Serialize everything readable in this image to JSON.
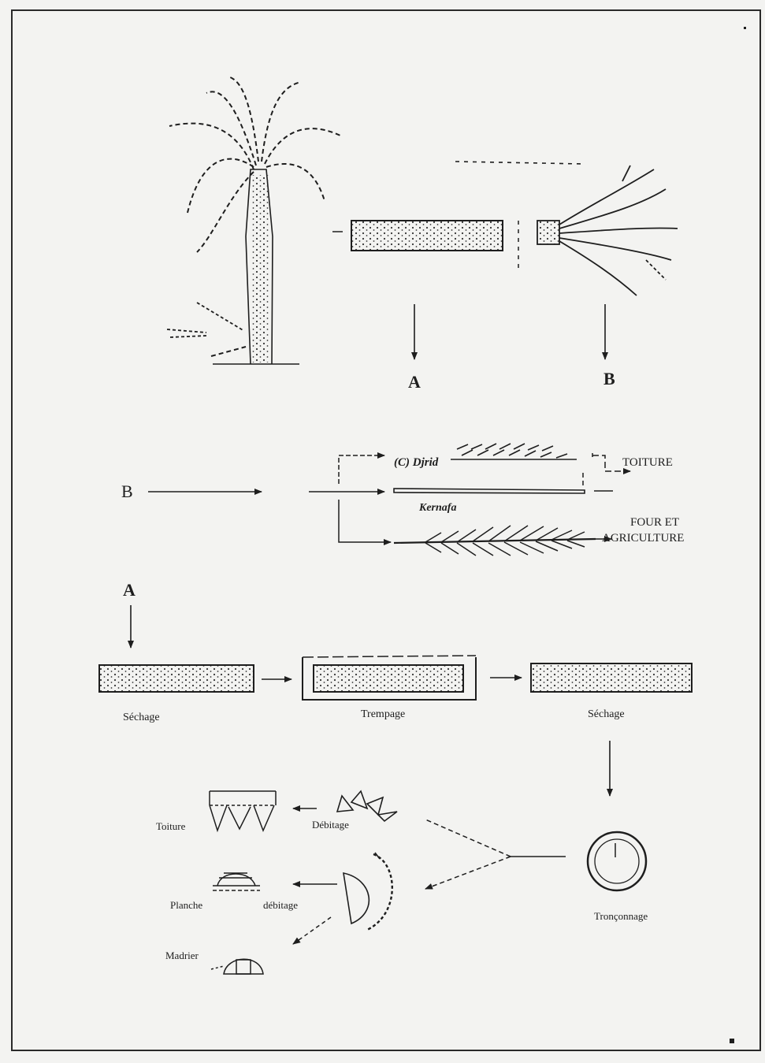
{
  "labels": {
    "a_top": "A",
    "b_top": "B",
    "b_left": "B",
    "a_left": "A",
    "djrid": "(C) Djrid",
    "kernafa": "Kernafa",
    "toiture_right": "TOITURE",
    "four_line1": "FOUR ET",
    "four_line2": "AGRICULTURE",
    "sechage_1": "Séchage",
    "trempage": "Trempage",
    "sechage_2": "Séchage",
    "toiture_left": "Toiture",
    "debitage_1": "Débitage",
    "planche": "Planche",
    "debitage_2": "débitage",
    "madrier": "Madrier",
    "tronconnage": "Tronçonnage"
  },
  "colors": {
    "ink": "#1e1e1e",
    "paper": "#f3f3f1"
  }
}
